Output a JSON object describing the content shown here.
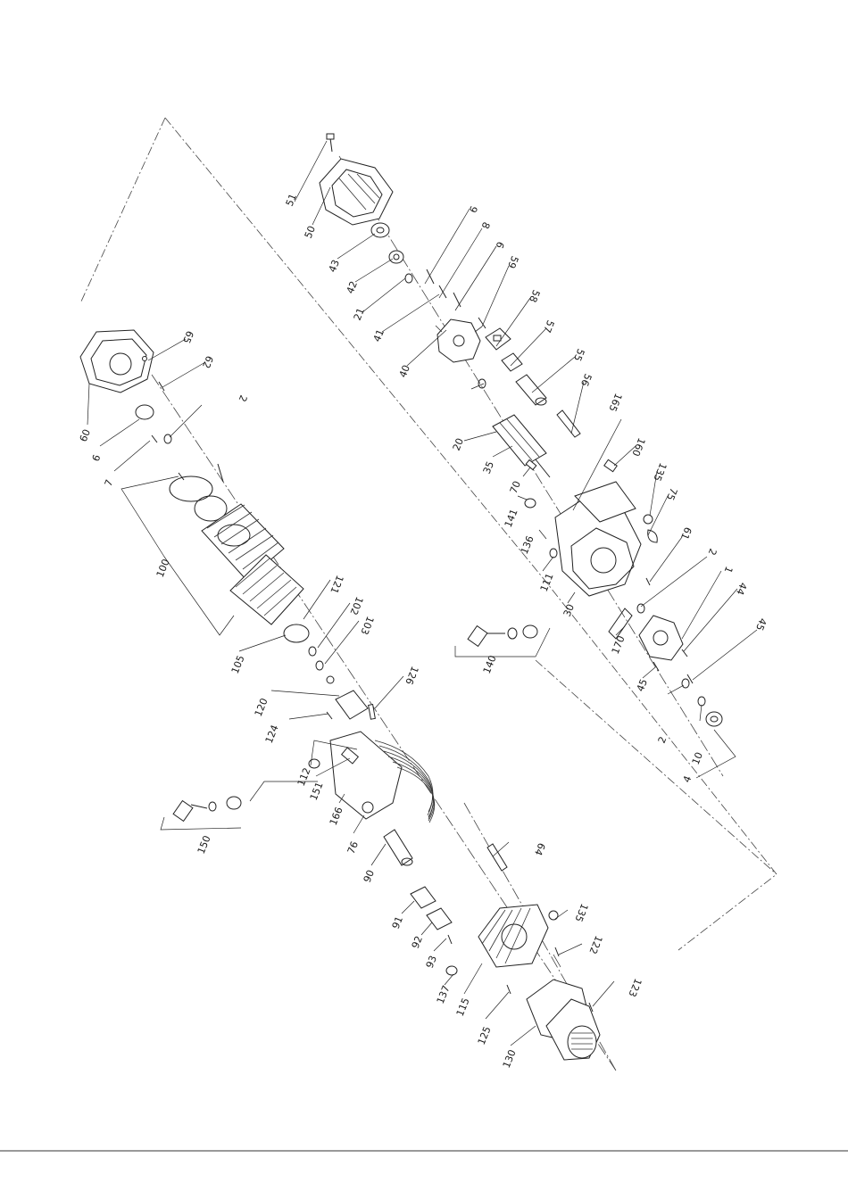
{
  "labels": [
    "51",
    "50",
    "43",
    "42",
    "21",
    "41",
    "40",
    "9",
    "8",
    "6",
    "59",
    "58",
    "57",
    "55",
    "56",
    "165",
    "160",
    "135",
    "75",
    "61",
    "2",
    "1",
    "44",
    "45",
    "20",
    "35",
    "70",
    "141",
    "136",
    "111",
    "30",
    "170",
    "45",
    "2",
    "10",
    "4",
    "60",
    "65",
    "62",
    "2",
    "6",
    "7",
    "100",
    "121",
    "102",
    "103",
    "105",
    "120",
    "124",
    "126",
    "140",
    "112",
    "151",
    "166",
    "76",
    "150",
    "90",
    "91",
    "92",
    "93",
    "137",
    "64",
    "135",
    "122",
    "123",
    "115",
    "125",
    "130"
  ]
}
